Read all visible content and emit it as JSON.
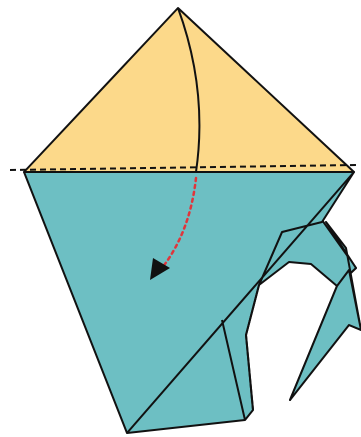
{
  "diagram": {
    "kind": "origami-fold-step",
    "instruction": "valley-fold-top-triangle-down-along-dashed-line",
    "colors": {
      "paper_back": "#fcd98a",
      "paper_front": "#6dbfc3",
      "outline": "#111111",
      "fold_line": "#111111",
      "motion_arrow": "#e0353b",
      "arrow_head": "#111111",
      "background": "#ffffff"
    },
    "parts": [
      {
        "id": "top-triangle",
        "color_role": "paper_back"
      },
      {
        "id": "body",
        "color_role": "paper_front"
      },
      {
        "id": "right-flap",
        "color_role": "paper_front"
      }
    ],
    "line_styles": {
      "fold_line": "dashed",
      "motion_arrow": "dotted",
      "center_crease": "solid-curved"
    }
  }
}
